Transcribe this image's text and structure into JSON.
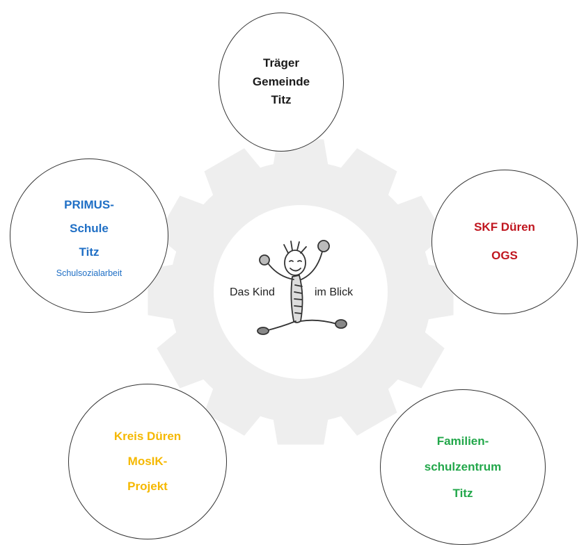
{
  "center": {
    "label_left": "Das Kind",
    "label_right": "im Blick"
  },
  "circles": {
    "top": {
      "lines": [
        "Träger",
        "Gemeinde",
        "Titz"
      ],
      "color": "#1a1a1a"
    },
    "left": {
      "lines": [
        "PRIMUS-",
        "Schule",
        "Titz"
      ],
      "subtext": "Schulsozialarbeit",
      "color": "#1f6fc5"
    },
    "right": {
      "lines": [
        "SKF Düren",
        "OGS"
      ],
      "color": "#c0161f"
    },
    "bottom_left": {
      "lines": [
        "Kreis Düren",
        "MosIK-",
        "Projekt"
      ],
      "color": "#f5b800"
    },
    "bottom_right": {
      "lines": [
        "Familien-",
        "schulzentrum",
        "Titz"
      ],
      "color": "#22a74a"
    }
  },
  "colors": {
    "gear": "#eeeeee",
    "stroke": "#333333"
  }
}
